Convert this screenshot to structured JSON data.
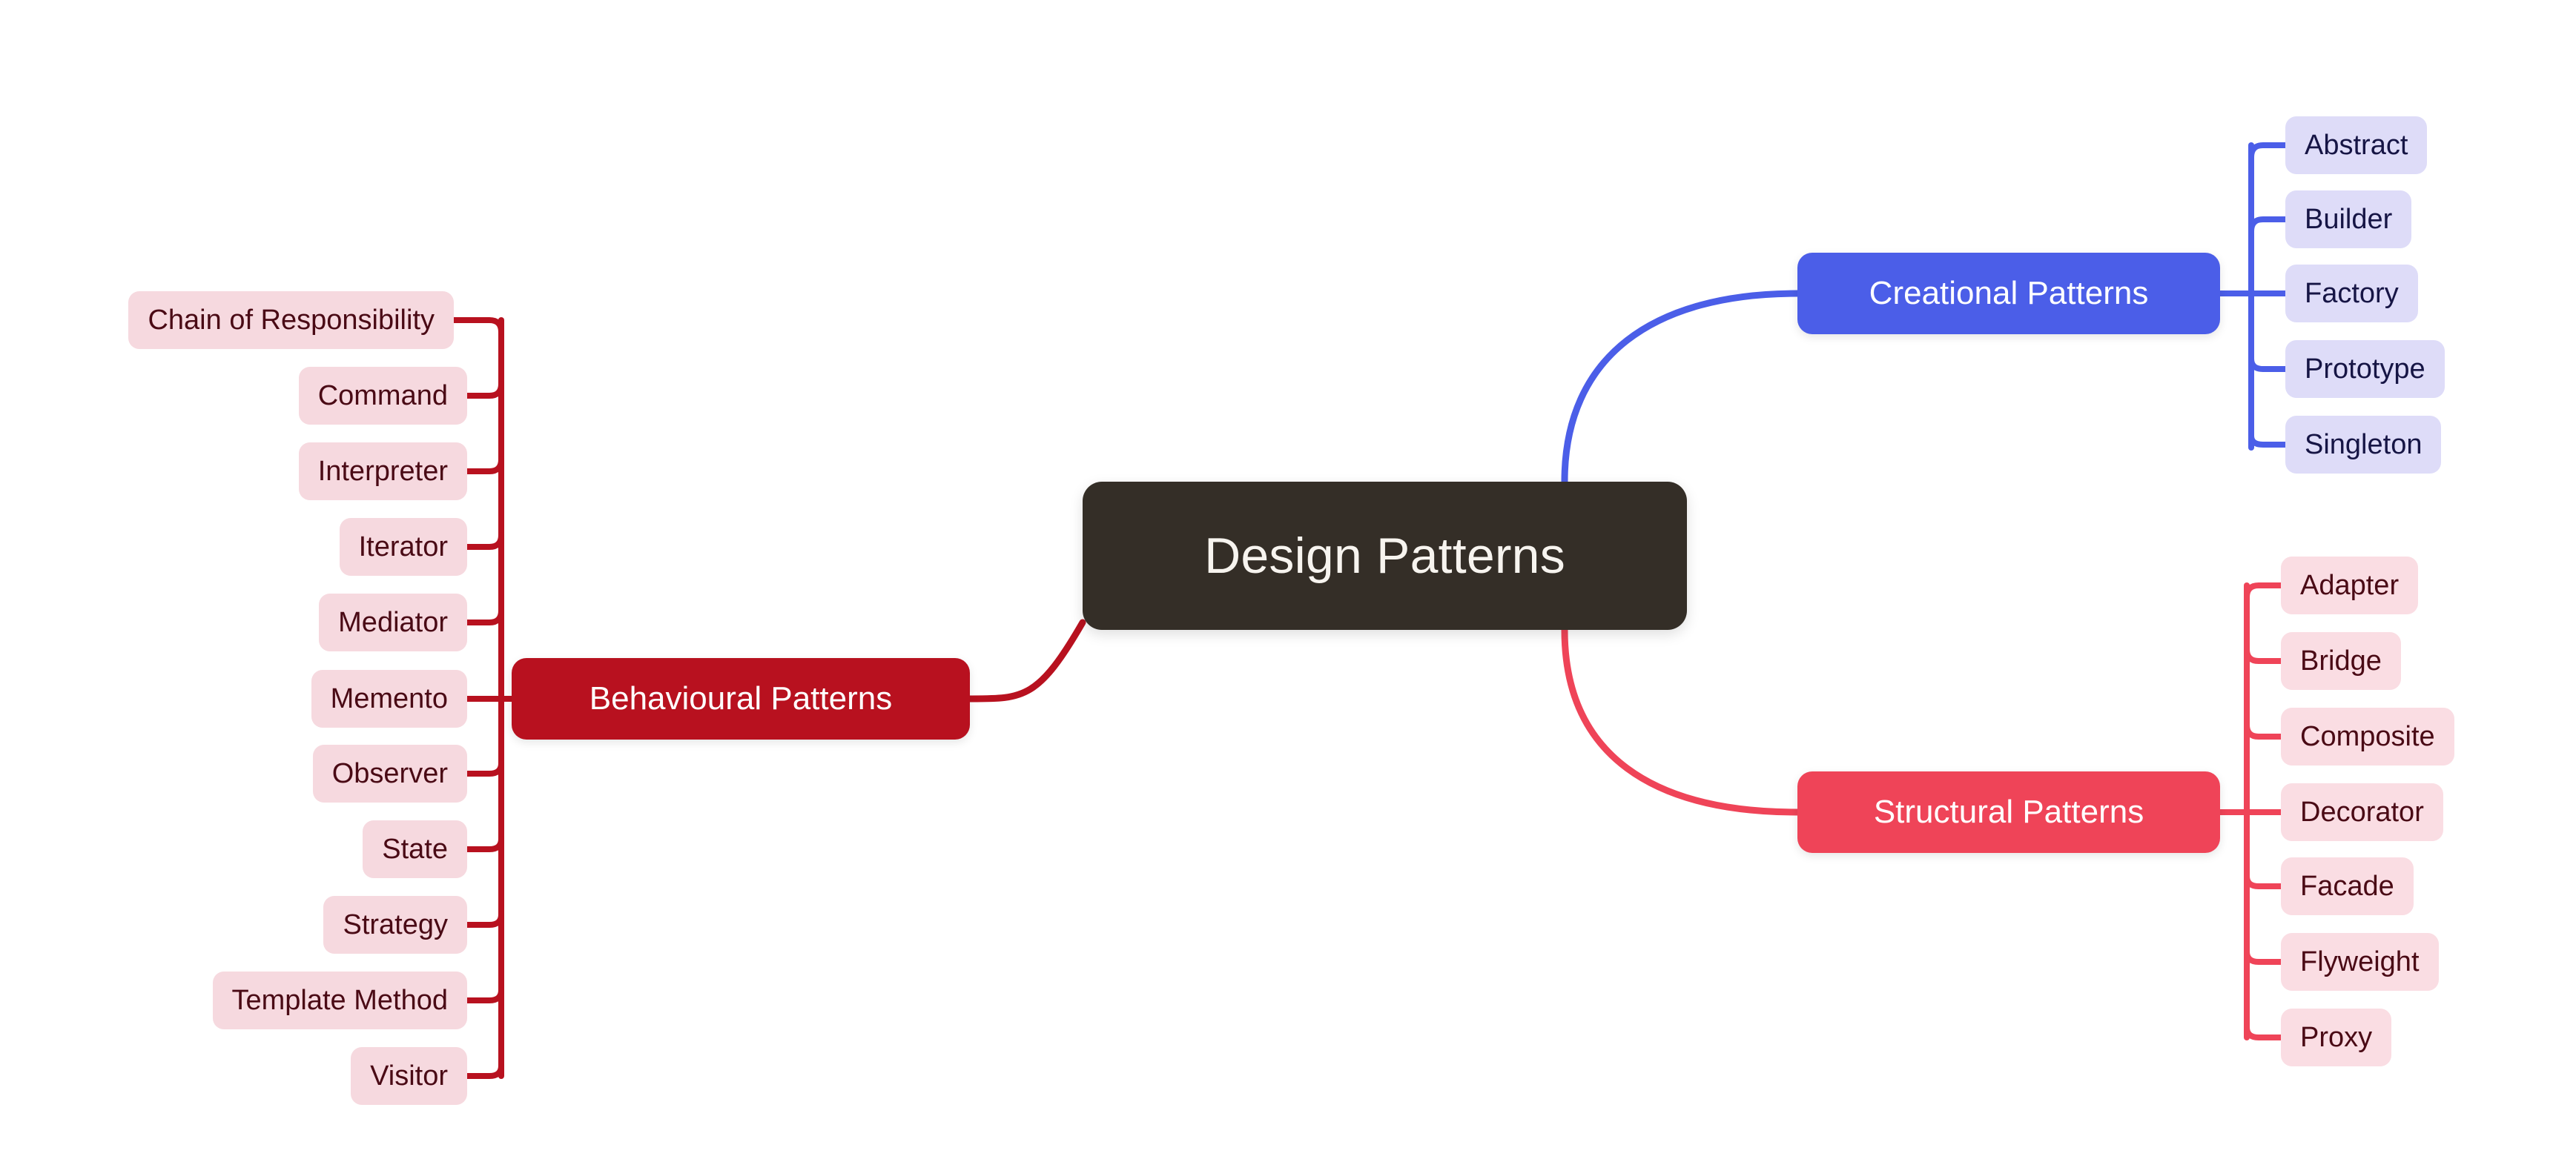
{
  "diagram": {
    "type": "mind-map",
    "title": "Design Patterns",
    "background": "#FFFFFF",
    "root": {
      "label": "Design Patterns",
      "color": "#342E27",
      "text_color": "#F7F4EF"
    },
    "branches": [
      {
        "id": "creational",
        "label": "Creational Patterns",
        "color": "#4B5EE8",
        "leaf_color": "#DEDCF8",
        "leaf_text_color": "#161545",
        "side": "right",
        "leaves": [
          {
            "label": "Abstract"
          },
          {
            "label": "Builder"
          },
          {
            "label": "Factory"
          },
          {
            "label": "Prototype"
          },
          {
            "label": "Singleton"
          }
        ]
      },
      {
        "id": "structural",
        "label": "Structural Patterns",
        "color": "#EF4458",
        "leaf_color": "#FADDE3",
        "leaf_text_color": "#4A0A15",
        "side": "right",
        "leaves": [
          {
            "label": "Adapter"
          },
          {
            "label": "Bridge"
          },
          {
            "label": "Composite"
          },
          {
            "label": "Decorator"
          },
          {
            "label": "Facade"
          },
          {
            "label": "Flyweight"
          },
          {
            "label": "Proxy"
          }
        ]
      },
      {
        "id": "behavioural",
        "label": "Behavioural Patterns",
        "color": "#B8111F",
        "leaf_color": "#F6D9DF",
        "leaf_text_color": "#4A0A15",
        "side": "left",
        "leaves": [
          {
            "label": "Chain of Responsibility"
          },
          {
            "label": "Command"
          },
          {
            "label": "Interpreter"
          },
          {
            "label": "Iterator"
          },
          {
            "label": "Mediator"
          },
          {
            "label": "Memento"
          },
          {
            "label": "Observer"
          },
          {
            "label": "State"
          },
          {
            "label": "Strategy"
          },
          {
            "label": "Template Method"
          },
          {
            "label": "Visitor"
          }
        ]
      }
    ]
  }
}
